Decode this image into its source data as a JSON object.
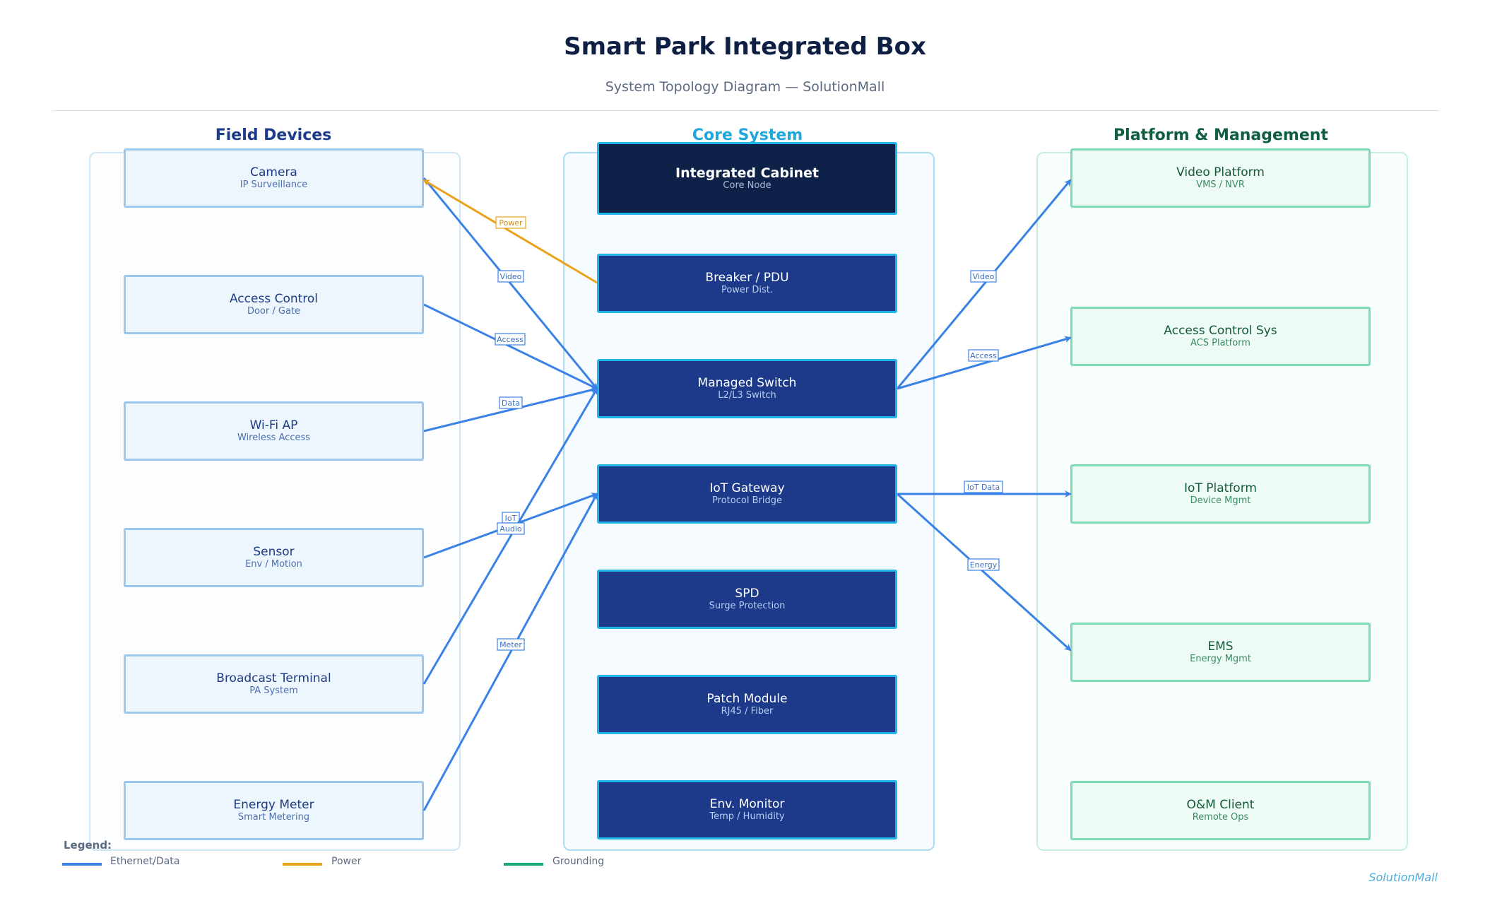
{
  "header": {
    "title": "Smart Park Integrated Box",
    "subtitle": "System Topology Diagram — SolutionMall"
  },
  "columns": {
    "field": "Field Devices",
    "core": "Core System",
    "platform": "Platform & Management"
  },
  "field_devices": [
    {
      "label": "Camera",
      "sub": "IP Surveillance"
    },
    {
      "label": "Access Control",
      "sub": "Door / Gate"
    },
    {
      "label": "Wi-Fi AP",
      "sub": "Wireless Access"
    },
    {
      "label": "Sensor",
      "sub": "Env / Motion"
    },
    {
      "label": "Broadcast Terminal",
      "sub": "PA System"
    },
    {
      "label": "Energy Meter",
      "sub": "Smart Metering"
    }
  ],
  "core_system": [
    {
      "label": "Integrated Cabinet",
      "sub": "Core Node"
    },
    {
      "label": "Breaker / PDU",
      "sub": "Power Dist."
    },
    {
      "label": "Managed Switch",
      "sub": "L2/L3 Switch"
    },
    {
      "label": "IoT Gateway",
      "sub": "Protocol Bridge"
    },
    {
      "label": "SPD",
      "sub": "Surge Protection"
    },
    {
      "label": "Patch Module",
      "sub": "RJ45 / Fiber"
    },
    {
      "label": "Env. Monitor",
      "sub": "Temp / Humidity"
    }
  ],
  "platforms": [
    {
      "label": "Video Platform",
      "sub": "VMS / NVR"
    },
    {
      "label": "Access Control Sys",
      "sub": "ACS Platform"
    },
    {
      "label": "IoT Platform",
      "sub": "Device Mgmt"
    },
    {
      "label": "EMS",
      "sub": "Energy Mgmt"
    },
    {
      "label": "O&M Client",
      "sub": "Remote Ops"
    }
  ],
  "links": [
    {
      "from": "field.0",
      "to": "core.2",
      "label": "Video",
      "kind": "data"
    },
    {
      "from": "field.1",
      "to": "core.2",
      "label": "Access",
      "kind": "data"
    },
    {
      "from": "field.2",
      "to": "core.2",
      "label": "Data",
      "kind": "data"
    },
    {
      "from": "field.3",
      "to": "core.3",
      "label": "IoT",
      "kind": "data"
    },
    {
      "from": "field.4",
      "to": "core.2",
      "label": "Audio",
      "kind": "data"
    },
    {
      "from": "field.5",
      "to": "core.3",
      "label": "Meter",
      "kind": "data"
    },
    {
      "from": "core.1",
      "to": "field.0",
      "label": "Power",
      "kind": "power"
    },
    {
      "from": "core.2",
      "to": "platform.0",
      "label": "Video",
      "kind": "data"
    },
    {
      "from": "core.2",
      "to": "platform.1",
      "label": "Access",
      "kind": "data"
    },
    {
      "from": "core.3",
      "to": "platform.2",
      "label": "IoT Data",
      "kind": "data"
    },
    {
      "from": "core.3",
      "to": "platform.3",
      "label": "Energy",
      "kind": "data"
    }
  ],
  "legend": {
    "title": "Legend:",
    "items": [
      {
        "label": "Ethernet/Data",
        "color": "#3b82e6"
      },
      {
        "label": "Power",
        "color": "#eaa21a"
      },
      {
        "label": "Grounding",
        "color": "#14a87a"
      }
    ]
  },
  "colors": {
    "data": "#3b82e6",
    "power": "#eaa21a",
    "ground": "#14a87a"
  },
  "brand": "SolutionMall"
}
